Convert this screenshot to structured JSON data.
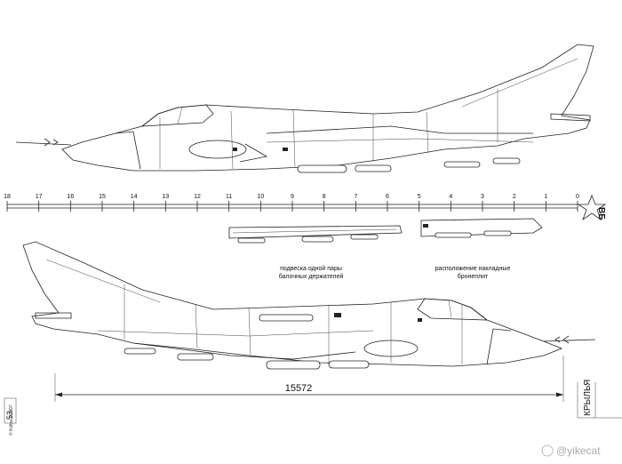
{
  "scale": {
    "ticks": [
      "18",
      "17",
      "16",
      "15",
      "14",
      "13",
      "12",
      "11",
      "10",
      "9",
      "8",
      "7",
      "6",
      "5",
      "4",
      "3",
      "2",
      "1",
      "0"
    ]
  },
  "captions": {
    "pylon_pair": [
      "подвеска одной пары",
      "балочных держателей"
    ],
    "armor_plates": [
      "расположение накладные",
      "бронеплит"
    ]
  },
  "dimension": {
    "length": "15572"
  },
  "side_label": "КРЫЛЬЯ",
  "logo_text": "ВБ",
  "page_number": "53",
  "author_note": "© Kolba 1/2007",
  "watermark": "@yikecat"
}
